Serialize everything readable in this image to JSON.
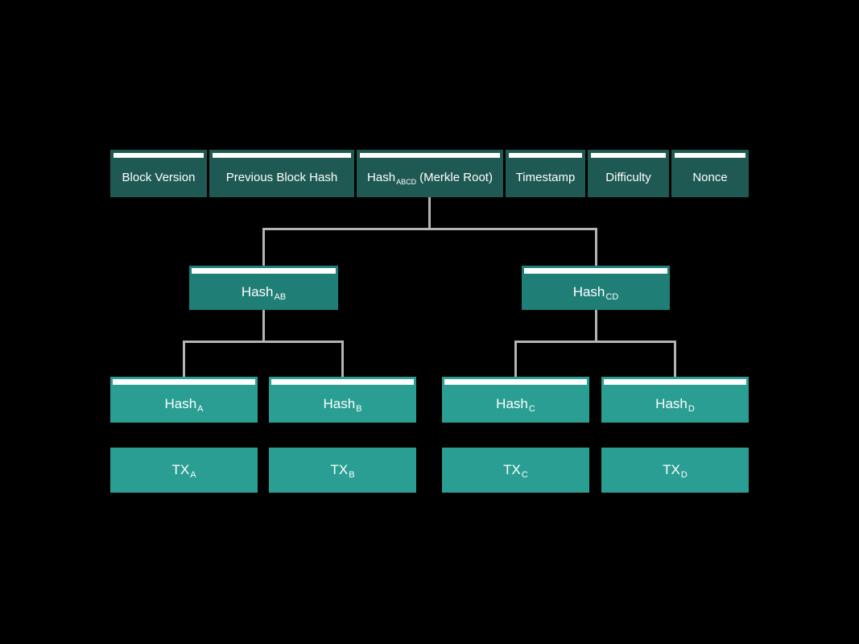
{
  "colors": {
    "background": "#000000",
    "header_box": "#1e5a53",
    "branch_box": "#1f7e76",
    "leaf_box": "#2a9e93",
    "stripe": "#ffffff",
    "connector": "#b4b4b4",
    "text": "#ffffff"
  },
  "header": {
    "segments": [
      {
        "label": "Block Version"
      },
      {
        "label": "Previous Block Hash"
      },
      {
        "base": "Hash",
        "sub": "ABCD",
        "suffix": "(Merkle Root)"
      },
      {
        "label": "Timestamp"
      },
      {
        "label": "Difficulty"
      },
      {
        "label": "Nonce"
      }
    ]
  },
  "tree": {
    "branches": [
      {
        "base": "Hash",
        "sub": "AB"
      },
      {
        "base": "Hash",
        "sub": "CD"
      }
    ],
    "leaves": [
      {
        "base": "Hash",
        "sub": "A"
      },
      {
        "base": "Hash",
        "sub": "B"
      },
      {
        "base": "Hash",
        "sub": "C"
      },
      {
        "base": "Hash",
        "sub": "D"
      }
    ],
    "transactions": [
      {
        "base": "TX",
        "sub": "A"
      },
      {
        "base": "TX",
        "sub": "B"
      },
      {
        "base": "TX",
        "sub": "C"
      },
      {
        "base": "TX",
        "sub": "D"
      }
    ]
  }
}
